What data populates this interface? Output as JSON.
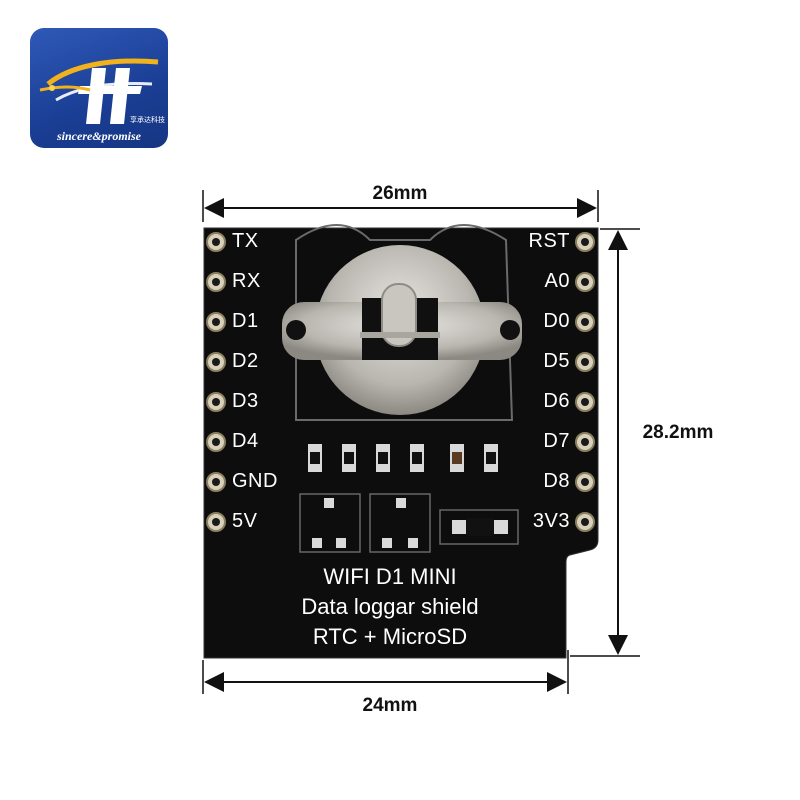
{
  "logo": {
    "name": "sincere&promise",
    "chinese": "享承达科技",
    "colors": {
      "background": "#1f4aa8",
      "accent": "#f2b21b"
    }
  },
  "dimensions": {
    "top_width": "26mm",
    "bottom_width": "24mm",
    "height": "28.2mm"
  },
  "board": {
    "color": "#0d0d0d",
    "left_pins": [
      "TX",
      "RX",
      "D1",
      "D2",
      "D3",
      "D4",
      "GND",
      "5V"
    ],
    "right_pins": [
      "RST",
      "A0",
      "D0",
      "D5",
      "D6",
      "D7",
      "D8",
      "3V3"
    ],
    "title_lines": [
      "WIFI D1 MINI",
      "Data loggar shield",
      "RTC + MicroSD"
    ]
  }
}
